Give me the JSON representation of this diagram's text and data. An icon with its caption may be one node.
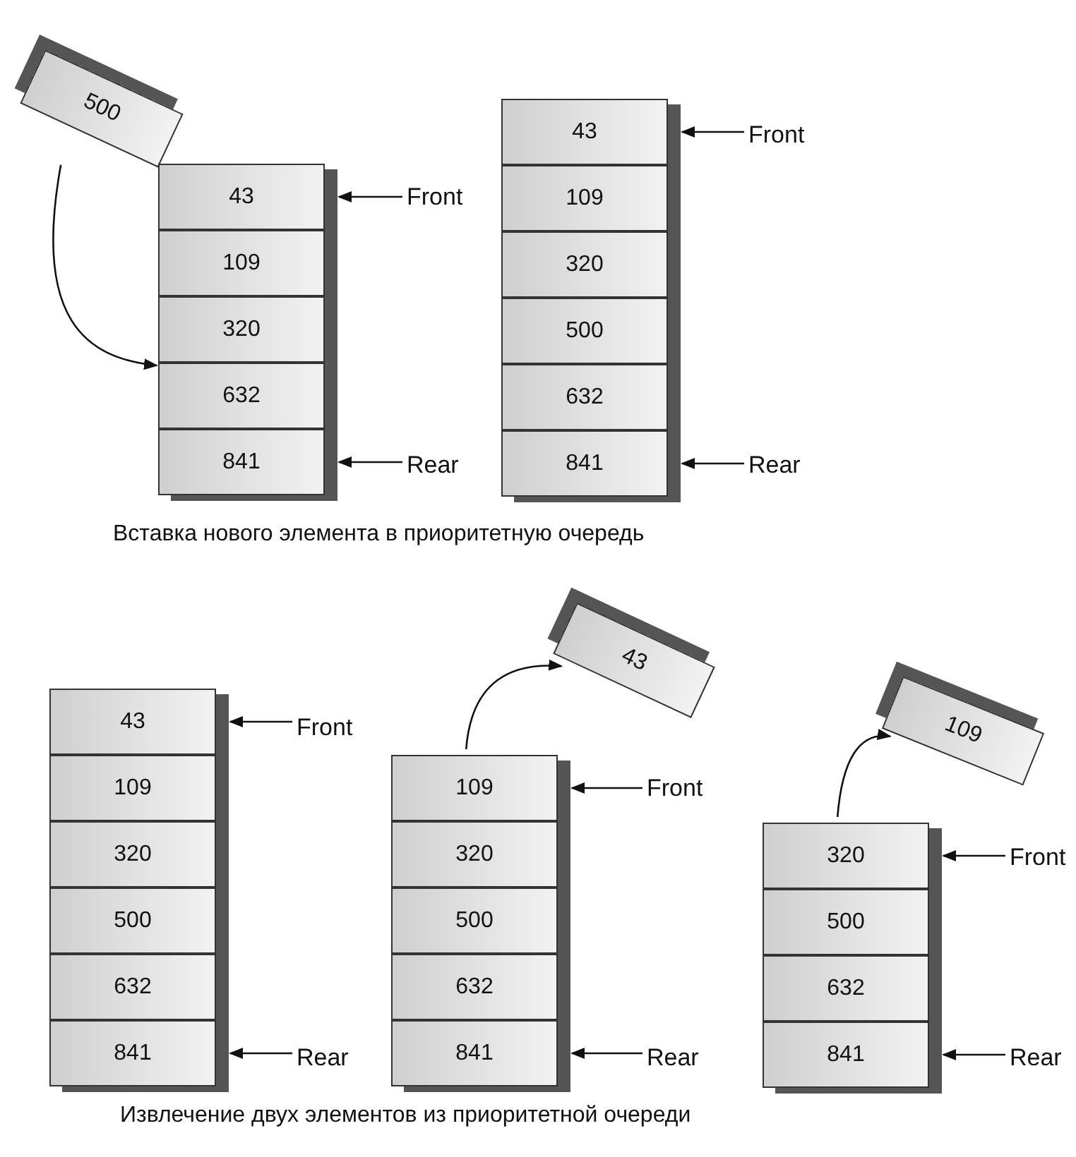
{
  "diagram": {
    "nodes": [
      {
        "text": [
          "500"
        ]
      },
      {
        "text": [
          "43"
        ]
      },
      {
        "text": [
          "109"
        ]
      },
      {
        "text": [
          "320"
        ]
      },
      {
        "text": [
          "632"
        ]
      },
      {
        "text": [
          "841"
        ]
      },
      {
        "text": [
          "Front"
        ]
      },
      {
        "text": [
          "Rear"
        ]
      },
      {
        "text": [
          "43"
        ]
      },
      {
        "text": [
          "109"
        ]
      },
      {
        "text": [
          "320"
        ]
      },
      {
        "text": [
          "500"
        ]
      },
      {
        "text": [
          "632"
        ]
      },
      {
        "text": [
          "841"
        ]
      },
      {
        "text": [
          "Front"
        ]
      },
      {
        "text": [
          "Rear"
        ]
      },
      {
        "text": [
          "43"
        ]
      },
      {
        "text": [
          "109"
        ]
      },
      {
        "text": [
          "320"
        ]
      },
      {
        "text": [
          "500"
        ]
      },
      {
        "text": [
          "632"
        ]
      },
      {
        "text": [
          "841"
        ]
      },
      {
        "text": [
          "Front"
        ]
      },
      {
        "text": [
          "Rear"
        ]
      },
      {
        "text": [
          "43"
        ]
      },
      {
        "text": [
          "109"
        ]
      },
      {
        "text": [
          "320"
        ]
      },
      {
        "text": [
          "500"
        ]
      },
      {
        "text": [
          "632"
        ]
      },
      {
        "text": [
          "841"
        ]
      },
      {
        "text": [
          "Front"
        ]
      },
      {
        "text": [
          "Rear"
        ]
      },
      {
        "text": [
          "109"
        ]
      },
      {
        "text": [
          "320"
        ]
      },
      {
        "text": [
          "500"
        ]
      },
      {
        "text": [
          "632"
        ]
      },
      {
        "text": [
          "841"
        ]
      },
      {
        "text": [
          "Front"
        ]
      },
      {
        "text": [
          "Rear"
        ]
      }
    ],
    "edges": [
      {
        "from": 0,
        "to": 4,
        "arrow": "to"
      },
      {
        "from": 6,
        "to": 1,
        "arrow": "to"
      },
      {
        "from": 7,
        "to": 5,
        "arrow": "to"
      },
      {
        "from": 14,
        "to": 8,
        "arrow": "to"
      },
      {
        "from": 15,
        "to": 13,
        "arrow": "to"
      },
      {
        "from": 22,
        "to": 16,
        "arrow": "to"
      },
      {
        "from": 23,
        "to": 21,
        "arrow": "to"
      },
      {
        "from": 25,
        "to": 24,
        "arrow": "to"
      },
      {
        "from": 30,
        "to": 25,
        "arrow": "to"
      },
      {
        "from": 31,
        "to": 29,
        "arrow": "to"
      },
      {
        "from": 33,
        "to": 32,
        "arrow": "to"
      },
      {
        "from": 37,
        "to": 33,
        "arrow": "to"
      },
      {
        "from": 38,
        "to": 36,
        "arrow": "to"
      }
    ],
    "labels": [
      "Вставка нового элемента в приоритетную очередь",
      "Извлечение двух элементов из приоритетной очереди"
    ]
  }
}
